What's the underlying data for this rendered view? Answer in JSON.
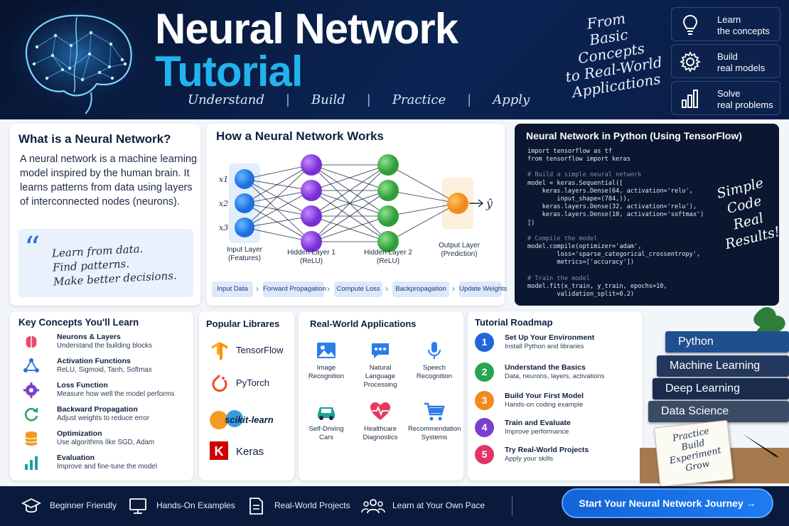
{
  "header": {
    "title_line1": "Neural Network",
    "title_line2": "Tutorial",
    "subnav": [
      "Understand",
      "Build",
      "Practice",
      "Apply"
    ],
    "tagline": [
      "From",
      "Basic Concepts",
      "to Real-World",
      "Applications"
    ],
    "cards": [
      {
        "icon": "lightbulb-icon",
        "line1": "Learn",
        "line2": "the concepts"
      },
      {
        "icon": "gear-icon",
        "line1": "Build",
        "line2": "real models"
      },
      {
        "icon": "bar-chart-icon",
        "line1": "Solve",
        "line2": "real problems"
      }
    ]
  },
  "what_is": {
    "title": "What is a Neural Network?",
    "body": "A neural network is a machine learning model inspired by the human brain. It learns patterns from data using layers of interconnected nodes (neurons).",
    "quote": [
      "Learn from data.",
      "Find patterns.",
      "Make better decisions."
    ]
  },
  "how_it_works": {
    "title": "How a Neural Network Works",
    "inputs": [
      "x1",
      "x2",
      "x3"
    ],
    "output_symbol": "ŷ",
    "layers": [
      {
        "name": "Input Layer",
        "sub": "(Features)"
      },
      {
        "name": "Hidden Layer 1",
        "sub": "(ReLU)"
      },
      {
        "name": "Hidden Layer 2",
        "sub": "(ReLU)"
      },
      {
        "name": "Output Layer",
        "sub": "(Prediction)"
      }
    ],
    "flow": [
      "Input Data",
      "Forward Propagation",
      "Compute Loss",
      "Backpropagation",
      "Update Weights"
    ]
  },
  "code": {
    "title": "Neural Network in Python (Using TensorFlow)",
    "lines": [
      "import tensorflow as tf",
      "from tensorflow import keras",
      "",
      "# Build a simple neural network",
      "model = keras.Sequential([",
      "    keras.layers.Dense(64, activation='relu',",
      "        input_shape=(784,)),",
      "    keras.layers.Dense(32, activation='relu'),",
      "    keras.layers.Dense(10, activation='softmax')",
      "])",
      "",
      "# Compile the model",
      "model.compile(optimizer='adam',",
      "        loss='sparse_categorical_crossentropy',",
      "        metrics=['accuracy'])",
      "",
      "# Train the model",
      "model.fit(x_train, y_train, epochs=10,",
      "        validation_split=0.2)"
    ],
    "side_note": [
      "Simple",
      "Code",
      "Real",
      "Results!"
    ]
  },
  "key_concepts": {
    "title": "Key Concepts You'll Learn",
    "items": [
      {
        "icon": "brain-icon",
        "title": "Neurons & Layers",
        "desc": "Understand the building blocks",
        "color": "#e74a6b"
      },
      {
        "icon": "network-icon",
        "title": "Activation Functions",
        "desc": "ReLU, Sigmoid, Tanh, Softmax",
        "color": "#2f6fdc"
      },
      {
        "icon": "gear-icon",
        "title": "Loss Function",
        "desc": "Measure how well the model performs",
        "color": "#7b3fd0"
      },
      {
        "icon": "refresh-icon",
        "title": "Backward Propagation",
        "desc": "Adjust weights to reduce error",
        "color": "#26a65b"
      },
      {
        "icon": "database-icon",
        "title": "Optimization",
        "desc": "Use algorithms like SGD, Adam",
        "color": "#f29a1f"
      },
      {
        "icon": "bar-chart-icon",
        "title": "Evaluation",
        "desc": "Improve and fine-tune the model",
        "color": "#1aa39a"
      }
    ]
  },
  "libraries": {
    "title": "Popular Librares",
    "items": [
      {
        "icon": "tensorflow-logo-icon",
        "name": "TensorFlow"
      },
      {
        "icon": "pytorch-logo-icon",
        "name": "PyTorch"
      },
      {
        "icon": "scikit-learn-logo-icon",
        "name": "scikit-learn"
      },
      {
        "icon": "keras-logo-icon",
        "name": "Keras"
      }
    ]
  },
  "applications": {
    "title": "Real-World Applications",
    "items": [
      {
        "icon": "image-icon",
        "label": [
          "Image",
          "Recognition"
        ]
      },
      {
        "icon": "chat-icon",
        "label": [
          "Natural Language",
          "Processing"
        ]
      },
      {
        "icon": "microphone-icon",
        "label": [
          "Speech",
          "Recognition"
        ]
      },
      {
        "icon": "car-icon",
        "label": [
          "Self-Driving",
          "Cars"
        ]
      },
      {
        "icon": "heart-pulse-icon",
        "label": [
          "Healthcare",
          "Diagnostics"
        ]
      },
      {
        "icon": "cart-icon",
        "label": [
          "Recommendation",
          "Systems"
        ]
      }
    ]
  },
  "roadmap": {
    "title": "Tutorial Roadmap",
    "steps": [
      {
        "num": "1",
        "title": "Set Up Your Environment",
        "desc": "Install Python and libraries",
        "color": "#2166d8"
      },
      {
        "num": "2",
        "title": "Understand the Basics",
        "desc": "Data, neurons, layers, activations",
        "color": "#27a64f"
      },
      {
        "num": "3",
        "title": "Build Your First Model",
        "desc": "Hands-on coding example",
        "color": "#f08a1c"
      },
      {
        "num": "4",
        "title": "Train and Evaluate",
        "desc": "Improve performance",
        "color": "#7b3fd0"
      },
      {
        "num": "5",
        "title": "Try Real-World Projects",
        "desc": "Apply your skills",
        "color": "#e0356a"
      }
    ]
  },
  "books": [
    "Python",
    "Machine Learning",
    "Deep Learning",
    "Data Science"
  ],
  "notebook": [
    "Practice",
    "Build",
    "Experiment",
    "Grow"
  ],
  "footer": {
    "features": [
      {
        "icon": "graduation-cap-icon",
        "label": "Beginner Friendly"
      },
      {
        "icon": "monitor-icon",
        "label": "Hands-On Examples"
      },
      {
        "icon": "document-icon",
        "label": "Real-World Projects"
      },
      {
        "icon": "users-icon",
        "label": "Learn at Your Own Pace"
      }
    ],
    "cta": "Start Your Neural Network Journey →"
  }
}
